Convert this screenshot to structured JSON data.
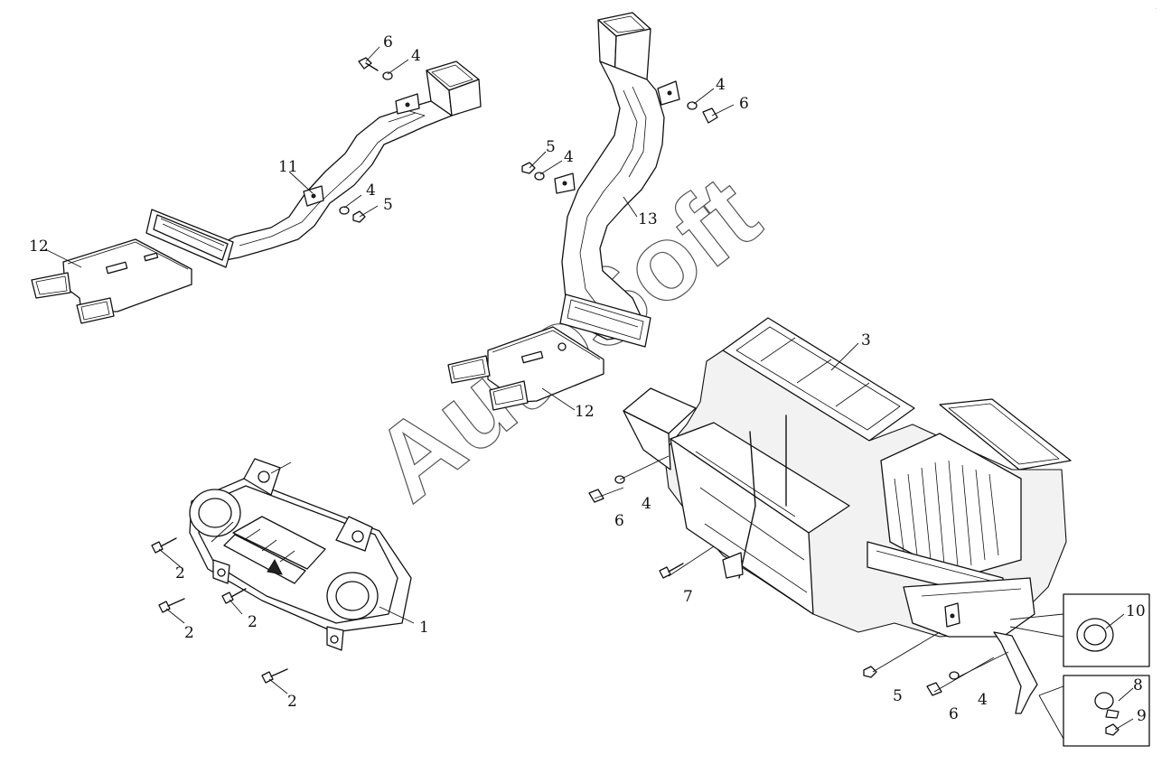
{
  "diagram": {
    "watermark": "AutoSoft",
    "corner_mark": "·"
  },
  "callouts": [
    {
      "id": "c-6a",
      "label": "6"
    },
    {
      "id": "c-4a",
      "label": "4"
    },
    {
      "id": "c-11",
      "label": "11"
    },
    {
      "id": "c-4b",
      "label": "4"
    },
    {
      "id": "c-5a",
      "label": "5"
    },
    {
      "id": "c-12a",
      "label": "12"
    },
    {
      "id": "c-4c",
      "label": "4"
    },
    {
      "id": "c-6b",
      "label": "6"
    },
    {
      "id": "c-5b",
      "label": "5"
    },
    {
      "id": "c-4d",
      "label": "4"
    },
    {
      "id": "c-13",
      "label": "13"
    },
    {
      "id": "c-3",
      "label": "3"
    },
    {
      "id": "c-12b",
      "label": "12"
    },
    {
      "id": "c-4e",
      "label": "4"
    },
    {
      "id": "c-6c",
      "label": "6"
    },
    {
      "id": "c-7",
      "label": "7"
    },
    {
      "id": "c-2a",
      "label": "2"
    },
    {
      "id": "c-2b",
      "label": "2"
    },
    {
      "id": "c-2c",
      "label": "2"
    },
    {
      "id": "c-2d",
      "label": "2"
    },
    {
      "id": "c-1",
      "label": "1"
    },
    {
      "id": "c-10",
      "label": "10"
    },
    {
      "id": "c-5c",
      "label": "5"
    },
    {
      "id": "c-4f",
      "label": "4"
    },
    {
      "id": "c-6d",
      "label": "6"
    },
    {
      "id": "c-8",
      "label": "8"
    },
    {
      "id": "c-9",
      "label": "9"
    }
  ]
}
